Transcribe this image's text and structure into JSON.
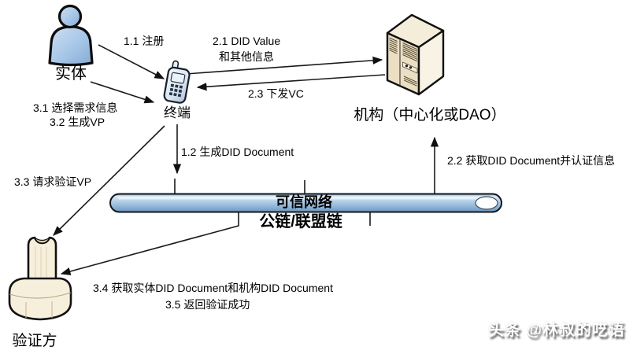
{
  "nodes": {
    "entity": {
      "label": "实体"
    },
    "terminal": {
      "label": "终端"
    },
    "organization": {
      "label": "机构（中心化或DAO）"
    },
    "network": {
      "label": "可信网络",
      "sublabel": "公链/联盟链"
    },
    "verifier": {
      "label": "验证方"
    }
  },
  "edges": {
    "register": {
      "label": "1.1 注册"
    },
    "did_value_line1": {
      "label": "2.1 DID Value"
    },
    "did_value_line2": {
      "label": "和其他信息"
    },
    "issue_vc": {
      "label": "2.3 下发VC"
    },
    "gen_did_doc": {
      "label": "1.2 生成DID Document"
    },
    "get_did_doc": {
      "label": "2.2 获取DID Document并认证信息"
    },
    "select_info": {
      "label": "3.1 选择需求信息"
    },
    "gen_vp": {
      "label": "3.2 生成VP"
    },
    "verify_vp": {
      "label": "3.3 请求验证VP"
    },
    "get_docs": {
      "label": "3.4 获取实体DID Document和机构DID Document"
    },
    "return_success": {
      "label": "3.5 返回验证成功"
    }
  },
  "watermark": {
    "text": "头条 @林叔的呓语"
  },
  "colors": {
    "figure_blue": "#a6c6e7",
    "pill_blue": "#8fb4d6",
    "device_cream": "#f2ead5",
    "line": "#1a1a1a"
  }
}
